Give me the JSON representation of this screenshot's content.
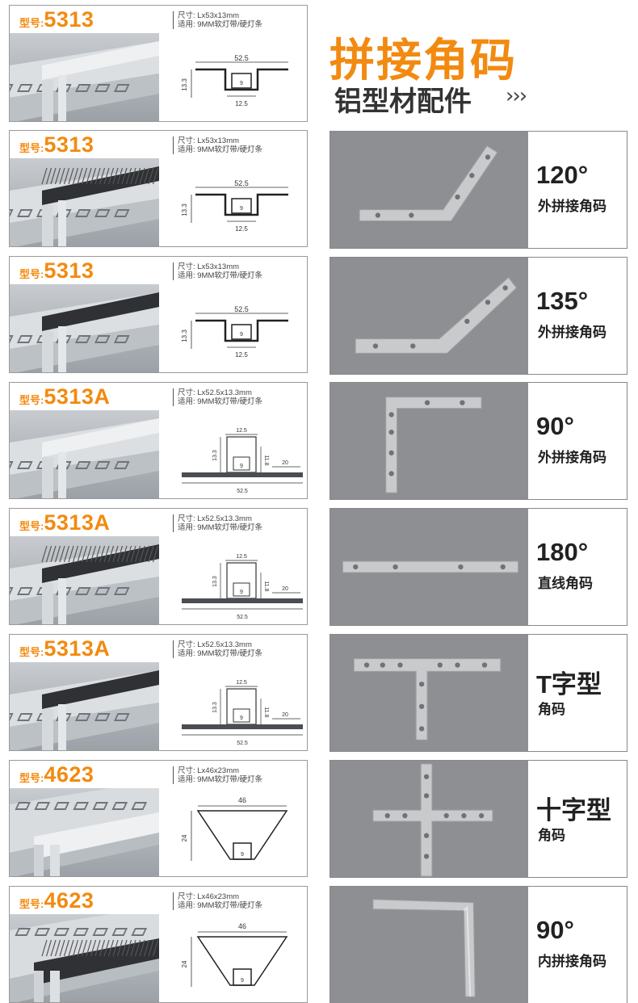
{
  "header": {
    "title": "拼接角码",
    "subtitle": "铝型材配件",
    "arrows": "›››"
  },
  "colors": {
    "accent": "#f28a10",
    "plate_bg": "#8d8f93",
    "metal": "#c9cacc"
  },
  "products": [
    {
      "prefix": "型号:",
      "number": "5313",
      "spec_size": "尺寸: Lx53x13mm",
      "spec_use": "适用: 9MM软灯带/硬灯条",
      "cover": "white",
      "dims": {
        "width": "52.5",
        "height": "13.3",
        "inner": "9",
        "base": "12.5"
      }
    },
    {
      "prefix": "型号:",
      "number": "5313",
      "spec_size": "尺寸: Lx53x13mm",
      "spec_use": "适用: 9MM软灯带/硬灯条",
      "cover": "black-grille",
      "dims": {
        "width": "52.5",
        "height": "13.3",
        "inner": "9",
        "base": "12.5"
      }
    },
    {
      "prefix": "型号:",
      "number": "5313",
      "spec_size": "尺寸: Lx53x13mm",
      "spec_use": "适用: 9MM软灯带/硬灯条",
      "cover": "black",
      "dims": {
        "width": "52.5",
        "height": "13.3",
        "inner": "9",
        "base": "12.5"
      }
    },
    {
      "prefix": "型号:",
      "number": "5313A",
      "spec_size": "尺寸: Lx52.5x13.3mm",
      "spec_use": "适用: 9MM软灯带/硬灯条",
      "cover": "white",
      "dims": {
        "top": "12.5",
        "height": "13.3",
        "inner_h": "11.8",
        "inner": "9",
        "side": "20",
        "width": "52.5"
      }
    },
    {
      "prefix": "型号:",
      "number": "5313A",
      "spec_size": "尺寸: Lx52.5x13.3mm",
      "spec_use": "适用: 9MM软灯带/硬灯条",
      "cover": "black-grille",
      "dims": {
        "top": "12.5",
        "height": "13.3",
        "inner_h": "11.8",
        "inner": "9",
        "side": "20",
        "width": "52.5"
      }
    },
    {
      "prefix": "型号:",
      "number": "5313A",
      "spec_size": "尺寸: Lx52.5x13.3mm",
      "spec_use": "适用: 9MM软灯带/硬灯条",
      "cover": "black",
      "dims": {
        "top": "12.5",
        "height": "13.3",
        "inner_h": "11.8",
        "inner": "9",
        "side": "20",
        "width": "52.5"
      }
    },
    {
      "prefix": "型号:",
      "number": "4623",
      "spec_size": "尺寸: Lx46x23mm",
      "spec_use": "适用: 9MM软灯带/硬灯条",
      "cover": "white",
      "dims": {
        "width": "46",
        "height": "24",
        "inner": "9"
      }
    },
    {
      "prefix": "型号:",
      "number": "4623",
      "spec_size": "尺寸: Lx46x23mm",
      "spec_use": "适用: 9MM软灯带/硬灯条",
      "cover": "black-grille",
      "dims": {
        "width": "46",
        "height": "24",
        "inner": "9"
      }
    }
  ],
  "corners": [
    {
      "angle": "120°",
      "type": "外拼接角码",
      "shape": "bend-120"
    },
    {
      "angle": "135°",
      "type": "外拼接角码",
      "shape": "bend-135"
    },
    {
      "angle": "90°",
      "type": "外拼接角码",
      "shape": "l-flat"
    },
    {
      "angle": "180°",
      "type": "直线角码",
      "shape": "straight"
    },
    {
      "angle": "T字型",
      "type": "角码",
      "shape": "tee"
    },
    {
      "angle": "十字型",
      "type": "角码",
      "shape": "cross"
    },
    {
      "angle": "90°",
      "type": "内拼接角码",
      "shape": "l-inner"
    }
  ]
}
